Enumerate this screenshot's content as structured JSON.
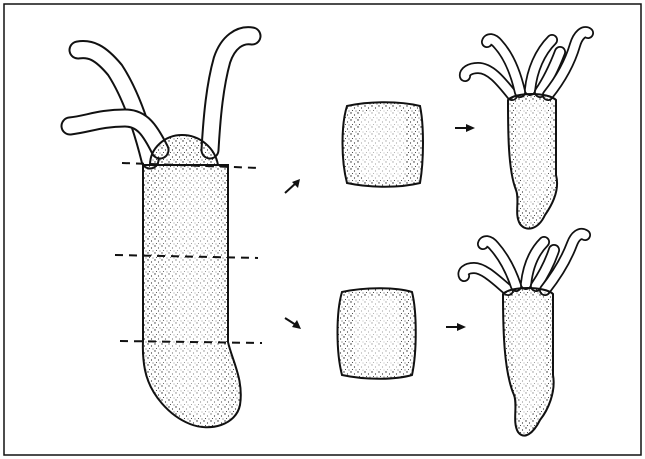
{
  "figure": {
    "subject": "",
    "panels": [
      "hydra-cut",
      "pieces",
      "regenerated"
    ]
  },
  "colors": {
    "ink": "#111111",
    "paper": "#ffffff",
    "stipple": "#1a1a1a"
  },
  "icons": {
    "arrow": "right-arrow",
    "cut_line": "dashed-line"
  }
}
